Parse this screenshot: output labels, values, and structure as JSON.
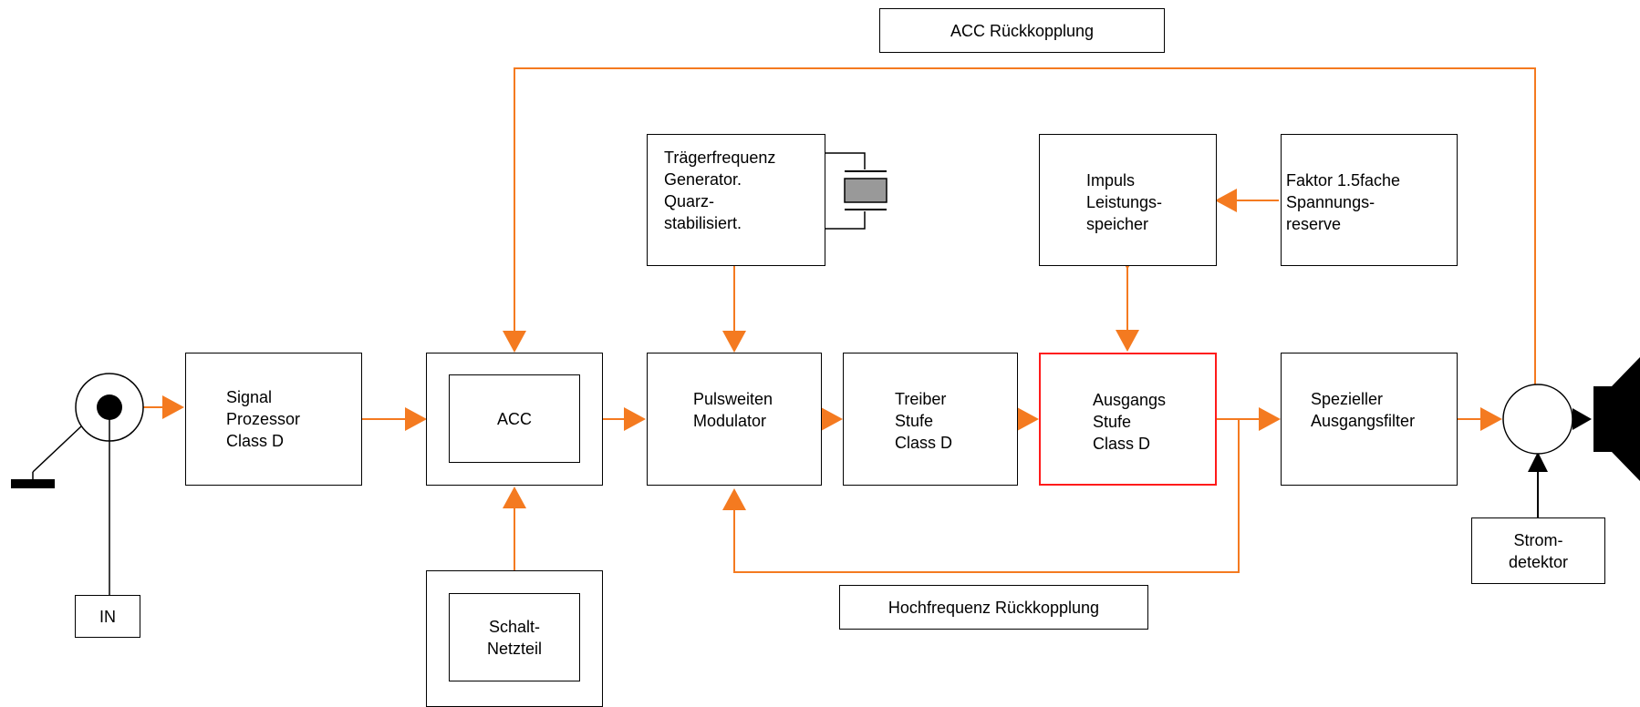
{
  "blocks": {
    "acc_feedback": "ACC Rückkopplung",
    "signal_processor": "Signal\nProzessor\nClass D",
    "acc": "ACC",
    "carrier_generator": "Trägerfrequenz\nGenerator.\nQuarz-\nstabilisiert.",
    "pwm": "Pulsweiten\nModulator",
    "driver": "Treiber\nStufe\nClass D",
    "output_stage": "Ausgangs\nStufe\nClass D",
    "pulse_storage": "Impuls\nLeistungs-\nspeicher",
    "voltage_reserve": "Faktor 1.5fache\nSpannungs-\nreserve",
    "output_filter": "Spezieller\nAusgangsfilter",
    "current_detector": "Strom-\ndetektor",
    "input": "IN",
    "psu": "Schalt-\nNetzteil",
    "hf_feedback": "Hochfrequenz Rückkopplung"
  },
  "colors": {
    "signal_line": "#f47a20",
    "border": "#000000",
    "highlight_border": "#ff1a1a",
    "crystal": "#999999"
  }
}
